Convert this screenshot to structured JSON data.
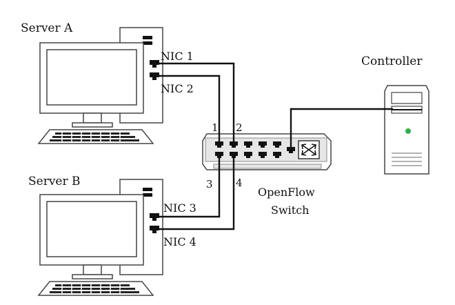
{
  "labels": {
    "server_a": "Server A",
    "server_b": "Server B",
    "controller": "Controller",
    "switch_line1": "OpenFlow",
    "switch_line2": "Switch"
  },
  "nics": {
    "a1": "NIC 1",
    "a2": "NIC 2",
    "b3": "NIC 3",
    "b4": "NIC 4"
  },
  "ports": {
    "p1": "1",
    "p2": "2",
    "p3": "3",
    "p4": "4"
  },
  "icons": {
    "server": "desktop-computer-icon",
    "controller": "tower-server-icon",
    "switch": "openflow-switch-icon",
    "switch_symbol": "crossed-arrows-icon"
  },
  "colors": {
    "line": "#111111",
    "device_stroke": "#444444",
    "device_fill": "#ffffff",
    "switch_face": "#e6e6e6",
    "led": "#2db34a"
  }
}
